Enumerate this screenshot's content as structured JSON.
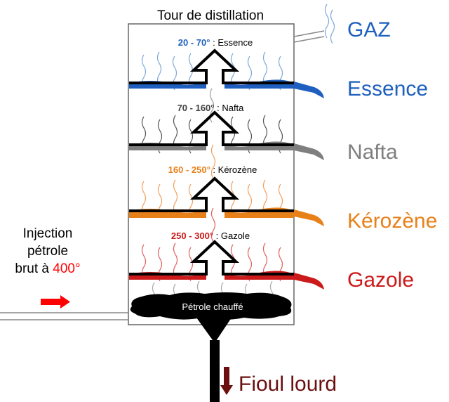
{
  "title": "Tour de distillation",
  "gas": {
    "label": "GAZ",
    "color": "#1f5fbf"
  },
  "fractions": [
    {
      "range": "20 - 70°",
      "name": "Essence",
      "label": "Essence",
      "color": "#1f5fbf",
      "range_color": "#1f5fbf"
    },
    {
      "range": "70 - 160°",
      "name": "Nafta",
      "label": "Nafta",
      "color": "#7f7f7f",
      "range_color": "#404040"
    },
    {
      "range": "160 - 250°",
      "name": "Kérozène",
      "label": "Kérozène",
      "color": "#e8801a",
      "range_color": "#e8801a"
    },
    {
      "range": "250 - 300°",
      "name": "Gazole",
      "label": "Gazole",
      "color": "#cc1a1a",
      "range_color": "#cc1a1a"
    }
  ],
  "separator": " : ",
  "injection": {
    "line1": "Injection",
    "line2": "pétrole",
    "line3_prefix": "brut à ",
    "temperature": "400°",
    "temperature_color": "#ff0000"
  },
  "heated_oil": "Pétrole chauffé",
  "heavy_fuel": {
    "label": "Fioul lourd",
    "color": "#6b0f0f"
  }
}
